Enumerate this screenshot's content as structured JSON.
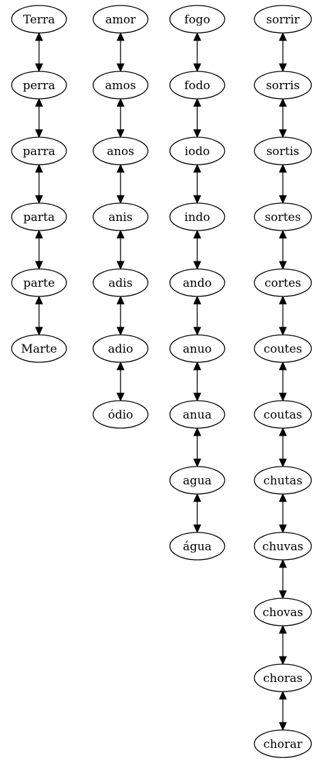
{
  "colors": {
    "background": "#ffffff",
    "stroke": "#000000",
    "text": "#000000"
  },
  "edge_style": "bidirectional-arrow",
  "chains": [
    {
      "words": [
        "Terra",
        "perra",
        "parra",
        "parta",
        "parte",
        "Marte"
      ]
    },
    {
      "words": [
        "amor",
        "amos",
        "anos",
        "anis",
        "adis",
        "adio",
        "ódio"
      ]
    },
    {
      "words": [
        "fogo",
        "fodo",
        "iodo",
        "indo",
        "ando",
        "anuo",
        "anua",
        "agua",
        "água"
      ]
    },
    {
      "words": [
        "sorrir",
        "sorris",
        "sortis",
        "sortes",
        "cortes",
        "coutes",
        "coutas",
        "chutas",
        "chuvas",
        "chovas",
        "choras",
        "chorar"
      ]
    }
  ]
}
